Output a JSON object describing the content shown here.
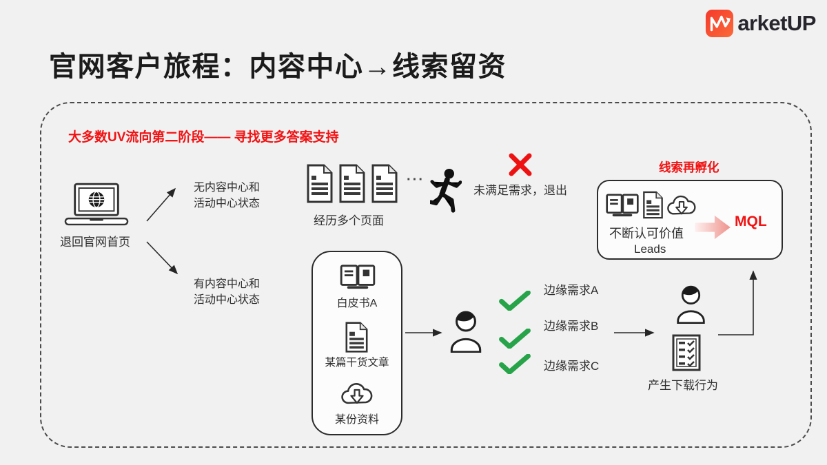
{
  "logo": {
    "brand_suffix": "arketUP",
    "icon": "marketup-m-arrow"
  },
  "title": "官网客户旅程：内容中心→线索留资",
  "flow": {
    "note": "大多数UV流向第二阶段—— 寻找更多答案支持",
    "start_label": "退回官网首页",
    "branch_no": {
      "label_line1": "无内容中心和",
      "label_line2": "活动中心状态",
      "dots": "···",
      "pages_caption": "经历多个页面",
      "exit_caption": "未满足需求，退出"
    },
    "branch_yes": {
      "label_line1": "有内容中心和",
      "label_line2": "活动中心状态",
      "items": [
        {
          "icon": "book-icon",
          "label": "白皮书A"
        },
        {
          "icon": "article-icon",
          "label": "某篇干货文章"
        },
        {
          "icon": "cloud-download-icon",
          "label": "某份资料"
        }
      ],
      "needs": [
        {
          "icon": "check-icon",
          "label": "边缘需求A"
        },
        {
          "icon": "check-icon",
          "label": "边缘需求B"
        },
        {
          "icon": "check-icon",
          "label": "边缘需求C"
        }
      ],
      "download_caption": "产生下载行为"
    },
    "nurture": {
      "title": "线索再孵化",
      "value_caption": "不断认可价值",
      "leads_caption": "Leads",
      "mql_label": "MQL"
    }
  },
  "icons": [
    "laptop-globe-icon",
    "document-icon",
    "running-person-icon",
    "x-mark-icon",
    "book-icon",
    "article-icon",
    "cloud-download-icon",
    "person-icon",
    "check-icon",
    "checklist-icon",
    "mql-gradient-arrow-icon",
    "marketup-logo-icon"
  ],
  "colors": {
    "background": "#f1f1f2",
    "accent_red": "#f21212",
    "check_green": "#27a449",
    "line_dark": "#2a2a2a",
    "logo_gradient_start": "#f4392b",
    "logo_gradient_end": "#fb6a3a",
    "mql_arrow_start": "#fdf0ef",
    "mql_arrow_end": "#ef928c"
  }
}
